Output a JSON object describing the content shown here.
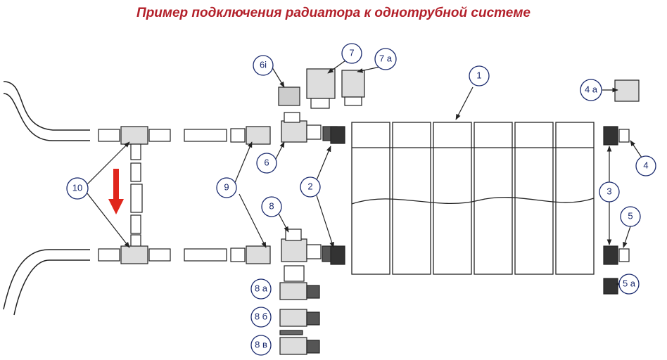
{
  "title": "Пример подключения радиатора к однотрубной системе",
  "colors": {
    "title": "#b3202a",
    "callout": "#1a2a6e",
    "arrow": "#e0261c",
    "line": "#222222"
  },
  "callouts": [
    {
      "id": "c-1",
      "text": "1"
    },
    {
      "id": "c-2",
      "text": "2"
    },
    {
      "id": "c-3",
      "text": "3"
    },
    {
      "id": "c-4",
      "text": "4"
    },
    {
      "id": "c-4a",
      "text": "4 а"
    },
    {
      "id": "c-5",
      "text": "5"
    },
    {
      "id": "c-5a",
      "text": "5 а"
    },
    {
      "id": "c-6",
      "text": "6"
    },
    {
      "id": "c-6i",
      "text": "6i"
    },
    {
      "id": "c-7",
      "text": "7"
    },
    {
      "id": "c-7a",
      "text": "7 а"
    },
    {
      "id": "c-8",
      "text": "8"
    },
    {
      "id": "c-8a",
      "text": "8 а"
    },
    {
      "id": "c-8b",
      "text": "8 б"
    },
    {
      "id": "c-8v",
      "text": "8 в"
    },
    {
      "id": "c-9",
      "text": "9"
    },
    {
      "id": "c-10",
      "text": "10"
    }
  ]
}
